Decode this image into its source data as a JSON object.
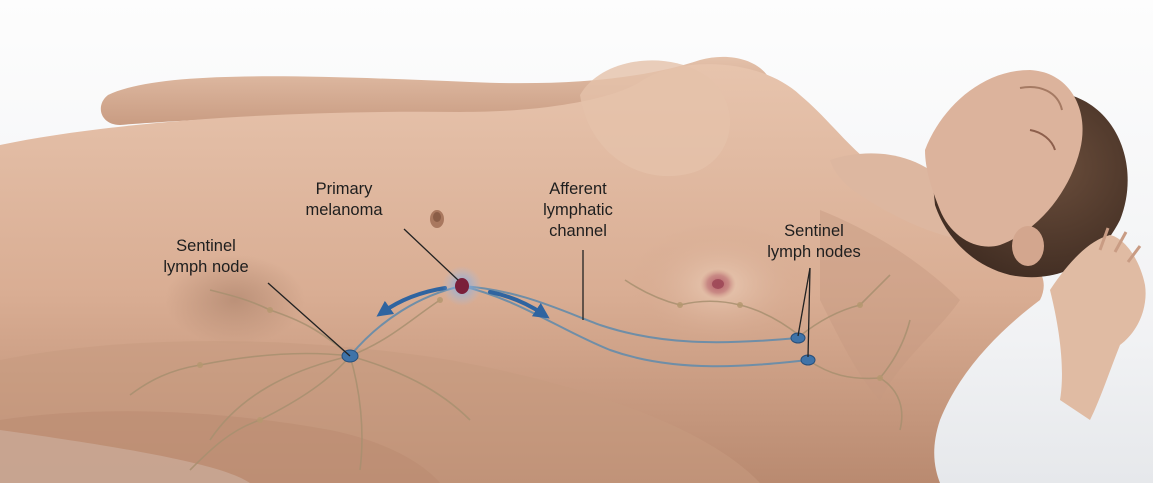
{
  "figure": {
    "background_color": "#ffffff",
    "skin_color": "#dcb39a",
    "lymph_channel_color": "#6f8ea7",
    "node_color": "#3f73a8",
    "melanoma_color": "#7a1f3a",
    "flow_arrow_color": "#2f64a0"
  },
  "labels": {
    "sentinel_left": [
      "Sentinel",
      "lymph node"
    ],
    "primary": [
      "Primary",
      "melanoma"
    ],
    "afferent": [
      "Afferent",
      "lymphatic",
      "channel"
    ],
    "sentinel_right": [
      "Sentinel",
      "lymph nodes"
    ]
  }
}
